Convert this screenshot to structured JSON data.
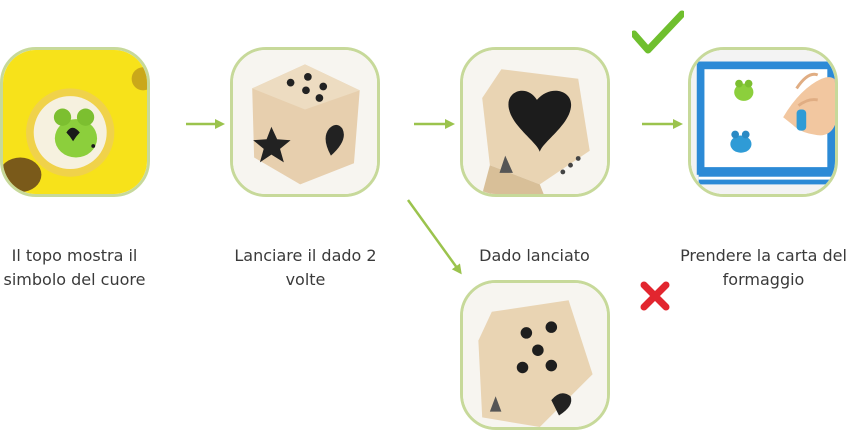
{
  "steps": [
    {
      "caption": "Il topo mostra il simbolo del cuore",
      "image": "mouse-with-heart-symbol"
    },
    {
      "caption": "Lanciare il dado 2 volte",
      "image": "wooden-die"
    },
    {
      "caption": "Dado lanciato",
      "image": "die-showing-heart"
    },
    {
      "caption": "Prendere la carta del formaggio",
      "image": "hand-taking-cheese-card"
    }
  ],
  "alternative": {
    "image": "die-showing-five-dots"
  },
  "marks": {
    "correct": "checkmark-icon",
    "wrong": "cross-icon"
  },
  "colors": {
    "tile_border": "#c7d99a",
    "arrow": "#9bc34d",
    "check": "#6fbf2e",
    "cross": "#e2262f",
    "yellow": "#f7e21a",
    "mouse_green": "#8ccf3c",
    "mouse_blue": "#2f9bd6",
    "wood": "#e7cfae"
  }
}
